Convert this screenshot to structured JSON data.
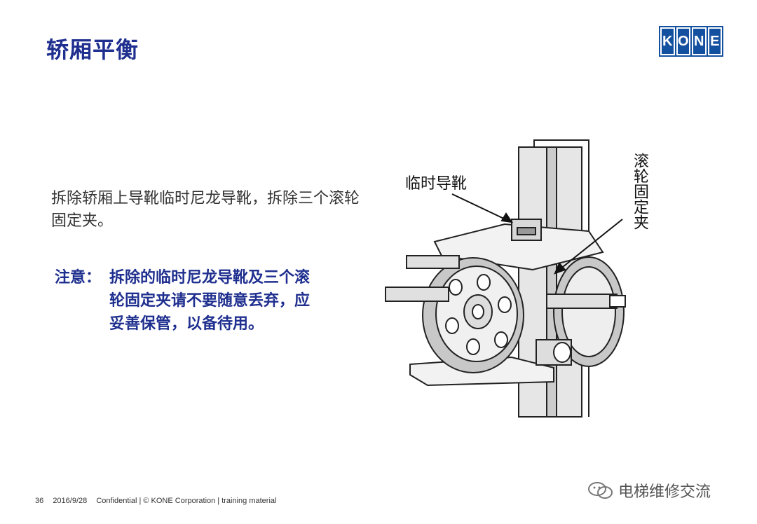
{
  "slide": {
    "title": "轿厢平衡",
    "logo_letters": [
      "K",
      "O",
      "N",
      "E"
    ],
    "body": "拆除轿厢上导靴临时尼龙导靴，拆除三个滚轮固定夹。",
    "note_label": "注意：",
    "note_text": "拆除的临时尼龙导靴及三个滚轮固定夹请不要随意丢弃，应妥善保管，以备待用。"
  },
  "figure": {
    "callout_guide": "临时导靴",
    "callout_clip": "滚轮固定夹"
  },
  "footer": {
    "page_number": "36",
    "date": "2016/9/28",
    "text": "Confidential  |  © KONE Corporation  |  training material"
  },
  "watermark": {
    "text": "电梯维修交流"
  },
  "colors": {
    "title": "#1f2f8f",
    "logo_bg": "#1450a0"
  }
}
